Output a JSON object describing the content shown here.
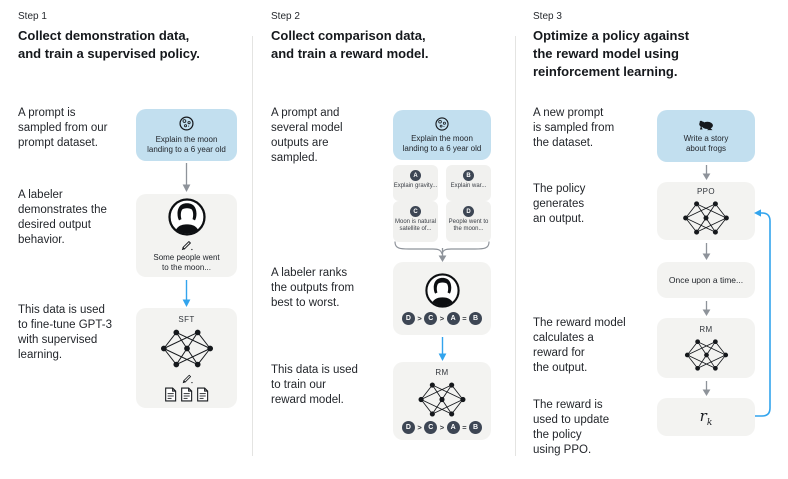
{
  "colors": {
    "prompt_box_bg": "#c2dfef",
    "gray_box_bg": "#f3f3f1",
    "badge_bg": "#3d4654",
    "blue_arrow": "#32a4ed",
    "gray_arrow": "#8e939a",
    "text": "#1f2328",
    "divider": "#e4e4e2"
  },
  "icons": {
    "moon": "moon-icon",
    "frog": "frog-icon",
    "labeler": "labeler-avatar-icon",
    "pencil": "pencil-icon",
    "documents": "documents-icon",
    "network": "neural-network-icon",
    "arrow": "arrow-down-icon",
    "brace": "curly-brace-icon",
    "feedback": "feedback-loop-arrow"
  },
  "step1": {
    "label": "Step 1",
    "title": "Collect demonstration data,\nand train a supervised policy.",
    "texts": {
      "prompt": "A prompt is\nsampled from our\nprompt dataset.",
      "labeler": "A labeler\ndemonstrates the\ndesired output\nbehavior.",
      "train": "This data is used\nto fine-tune GPT-3\nwith supervised\nlearning."
    },
    "prompt_box": "Explain the moon\nlanding to a 6 year old",
    "labeler_output": "Some people went\nto the moon...",
    "model_label": "SFT"
  },
  "step2": {
    "label": "Step 2",
    "title": "Collect comparison data,\nand train a reward model.",
    "texts": {
      "prompt": "A prompt and\nseveral model\noutputs are\nsampled.",
      "labeler": "A labeler ranks\nthe outputs from\nbest to worst.",
      "train": "This data is used\nto train our\nreward model."
    },
    "prompt_box": "Explain the moon\nlanding to a 6 year old",
    "outputs": [
      {
        "letter": "A",
        "text": "Explain gravity..."
      },
      {
        "letter": "B",
        "text": "Explain war..."
      },
      {
        "letter": "C",
        "text": "Moon is natural\nsatellite of..."
      },
      {
        "letter": "D",
        "text": "People went to\nthe moon..."
      }
    ],
    "ranking": [
      "D",
      ">",
      "C",
      ">",
      "A",
      "=",
      "B"
    ],
    "model_label": "RM"
  },
  "step3": {
    "label": "Step 3",
    "title": "Optimize a policy against\nthe reward model using\nreinforcement learning.",
    "texts": {
      "prompt": "A new prompt\nis sampled from\nthe dataset.",
      "policy": "The policy\ngenerates\nan output.",
      "reward": "The reward model\ncalculates a\nreward for\nthe output.",
      "update": "The reward is\nused to update\nthe policy\nusing PPO."
    },
    "prompt_box": "Write a story\nabout frogs",
    "policy_label": "PPO",
    "output_box": "Once upon a time...",
    "model_label": "RM",
    "reward_symbol": "r",
    "reward_subscript": "k"
  }
}
